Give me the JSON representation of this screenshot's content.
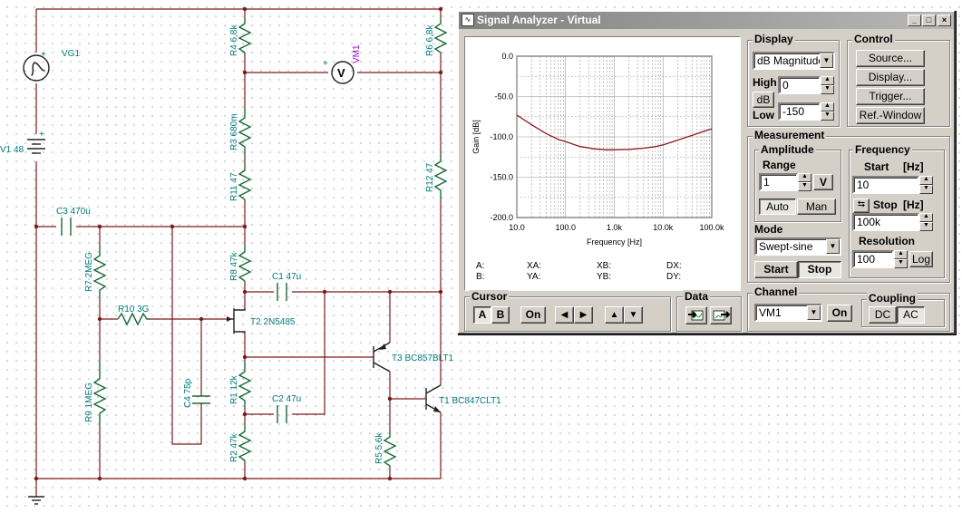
{
  "schematic": {
    "labels": {
      "vg1": "VG1",
      "v1": "V1 48",
      "c3": "C3 470u",
      "r7": "R7 2MEG",
      "r10": "R10 3G",
      "r9": "R9 1MEG",
      "c4": "C4 75p",
      "r4": "R4 6,8k",
      "r3": "R3 680m",
      "r11": "R11 47",
      "r8": "R8 47k",
      "t2": "T2 2N5485",
      "r1": "R1 12k",
      "r2": "R2 47k",
      "c1": "C1 47u",
      "c2": "C2 47u",
      "vm1": "VM1",
      "vm_sym": "V",
      "r6": "R6 6,8k",
      "r12": "R12 47",
      "t3": "T3 BC857BLT1",
      "t1": "T1 BC847CLT1",
      "r5": "R5 5,6k",
      "plus": "+"
    }
  },
  "window": {
    "title": "Signal Analyzer - Virtual",
    "icon": "analyzer-icon",
    "minimize": "_",
    "maximize": "□",
    "close": "×"
  },
  "chart_data": {
    "type": "line",
    "xscale": "log",
    "xlim": [
      10,
      100000
    ],
    "ylim": [
      -200,
      0
    ],
    "grid": true,
    "xlabel": "Frequency [Hz]",
    "ylabel": "Gain [dB]",
    "xticks": [
      "10.0",
      "100.0",
      "1.0k",
      "10.0k",
      "100.0k"
    ],
    "yticks": [
      "0.0",
      "-50.0",
      "-100.0",
      "-150.0",
      "-200.0"
    ],
    "series": [
      {
        "color": "#8b1a1a",
        "x": [
          10,
          20,
          40,
          70,
          100,
          200,
          400,
          700,
          1000,
          2000,
          4000,
          7000,
          10000,
          20000,
          40000,
          70000,
          100000
        ],
        "y": [
          -73,
          -85,
          -96,
          -103,
          -106,
          -112,
          -115,
          -116,
          -116,
          -115.5,
          -114,
          -112,
          -110,
          -104,
          -98,
          -93,
          -90
        ]
      }
    ]
  },
  "cursor_readouts": {
    "a": "A:",
    "b": "B:",
    "xa": "XA:",
    "ya": "YA:",
    "xb": "XB:",
    "yb": "YB:",
    "dx": "DX:",
    "dy": "DY:"
  },
  "display": {
    "title": "Display",
    "mode": "dB Magnitude",
    "high_label": "High",
    "db_label": "dB",
    "low_label": "Low",
    "high_value": "0",
    "low_value": "-150"
  },
  "control": {
    "title": "Control",
    "source": "Source...",
    "display": "Display...",
    "trigger": "Trigger...",
    "ref_window": "Ref.-Window"
  },
  "measurement": {
    "title": "Measurement",
    "amplitude": {
      "title": "Amplitude",
      "range_label": "Range",
      "range_value": "1",
      "unit_button": "V",
      "auto": "Auto",
      "man": "Man"
    },
    "frequency": {
      "title": "Frequency",
      "start_label": "Start",
      "start_unit": "[Hz]",
      "start_value": "10",
      "stop_label": "Stop",
      "stop_unit": "[Hz]",
      "stop_value": "100k",
      "resolution_label": "Resolution",
      "resolution_value": "100",
      "log": "Log"
    },
    "mode": {
      "title": "Mode",
      "value": "Swept-sine",
      "start": "Start",
      "stop": "Stop"
    }
  },
  "cursor": {
    "title": "Cursor",
    "a": "A",
    "b": "B",
    "on": "On",
    "left": "◀",
    "right": "▶",
    "up": "▲",
    "down": "▼"
  },
  "data_panel": {
    "title": "Data"
  },
  "channel": {
    "title": "Channel",
    "value": "VM1",
    "on": "On"
  },
  "coupling": {
    "title": "Coupling",
    "dc": "DC",
    "ac": "AC"
  }
}
